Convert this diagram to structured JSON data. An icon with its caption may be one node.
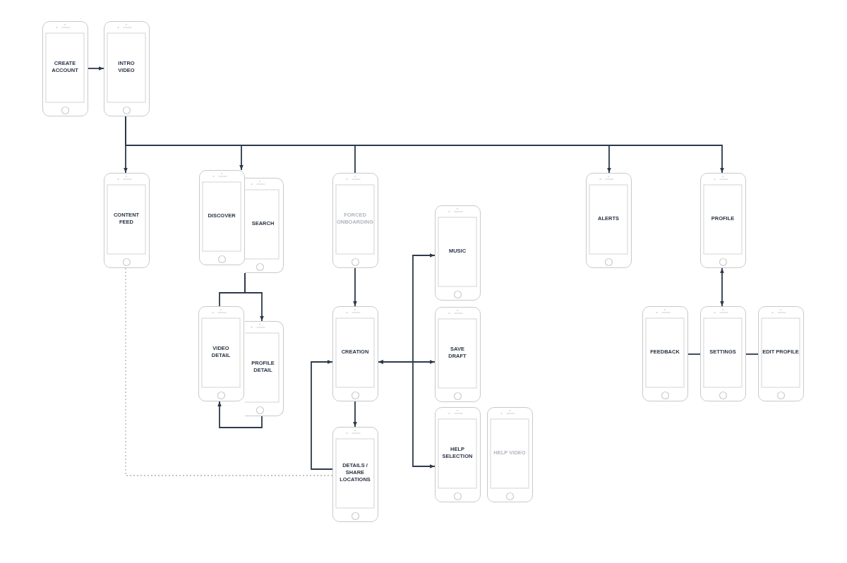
{
  "diagram": {
    "nodes": [
      {
        "text": [
          "CREATE ACCOUNT"
        ]
      },
      {
        "text": [
          "INTRO VIDEO"
        ]
      },
      {
        "text": [
          "CONTENT FEED"
        ]
      },
      {
        "text": [
          "DISCOVER"
        ]
      },
      {
        "text": [
          "SEARCH"
        ]
      },
      {
        "text": [
          "FORCED ONBOARDING"
        ]
      },
      {
        "text": [
          "MUSIC"
        ]
      },
      {
        "text": [
          "ALERTS"
        ]
      },
      {
        "text": [
          "PROFILE"
        ]
      },
      {
        "text": [
          "VIDEO DETAIL"
        ]
      },
      {
        "text": [
          "PROFILE DETAIL"
        ]
      },
      {
        "text": [
          "CREATION"
        ]
      },
      {
        "text": [
          "SAVE DRAFT"
        ]
      },
      {
        "text": [
          "FEEDBACK"
        ]
      },
      {
        "text": [
          "SETTINGS"
        ]
      },
      {
        "text": [
          "EDIT PROFILE"
        ]
      },
      {
        "text": [
          "HELP SELECTION"
        ]
      },
      {
        "text": [
          "HELP VIDEO"
        ]
      },
      {
        "text": [
          "DETAILS / SHARE LOCATIONS"
        ]
      }
    ],
    "edges": [
      {
        "from": 0,
        "to": 1,
        "arrow": "to"
      },
      {
        "from": 1,
        "to": 2,
        "arrow": "to"
      },
      {
        "from": 1,
        "to": 3,
        "arrow": "to"
      },
      {
        "from": 1,
        "to": 5,
        "arrow": "none"
      },
      {
        "from": 1,
        "to": 7,
        "arrow": "to"
      },
      {
        "from": 1,
        "to": 8,
        "arrow": "to"
      },
      {
        "from": 4,
        "to": 9,
        "arrow": "none"
      },
      {
        "from": 4,
        "to": 10,
        "arrow": "to"
      },
      {
        "from": 10,
        "to": 9,
        "arrow": "to"
      },
      {
        "from": 5,
        "to": 11,
        "arrow": "to"
      },
      {
        "from": 11,
        "to": 18,
        "arrow": "to"
      },
      {
        "from": 18,
        "to": 11,
        "arrow": "to"
      },
      {
        "from": 11,
        "to": 6,
        "arrow": "both"
      },
      {
        "from": 11,
        "to": 12,
        "arrow": "both"
      },
      {
        "from": 11,
        "to": 16,
        "arrow": "both"
      },
      {
        "from": 2,
        "to": 18,
        "arrow": "none",
        "style": "dashed",
        "color": "#b3b3b3"
      },
      {
        "from": 8,
        "to": 14,
        "arrow": "both"
      },
      {
        "from": 14,
        "to": 13,
        "arrow": "none"
      },
      {
        "from": 14,
        "to": 15,
        "arrow": "none"
      }
    ]
  }
}
